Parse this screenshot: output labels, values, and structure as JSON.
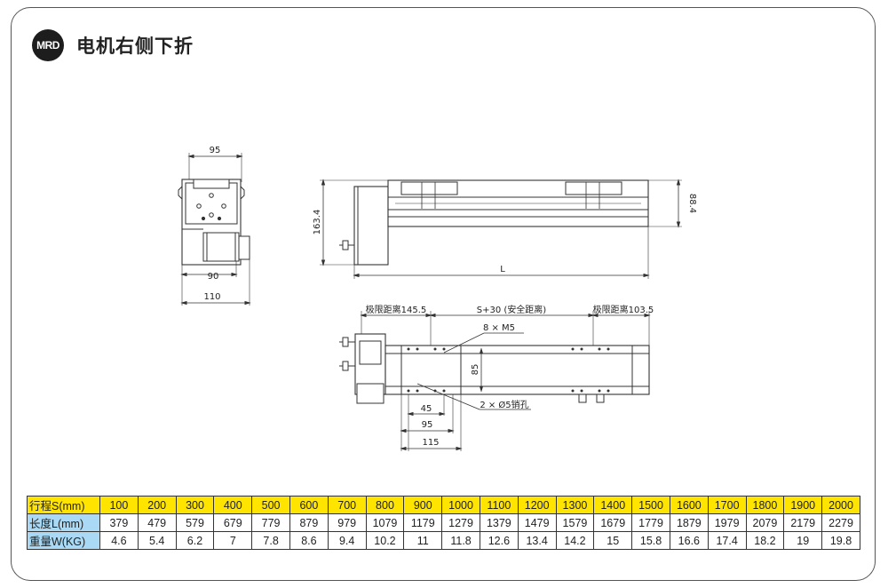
{
  "header": {
    "logo_text": "MRD",
    "title": "电机右侧下折"
  },
  "drawing": {
    "end_view": {
      "width_top": "95",
      "width_inner": "90",
      "width_bottom": "110"
    },
    "side_view": {
      "height_total": "163.4",
      "height_rail": "88.4",
      "length": "L"
    },
    "top_view": {
      "limit_left": "极限距离145.5",
      "stroke_safe": "S+30 (安全距离)",
      "limit_right": "极限距离103.5",
      "tapped_holes": "8 × M5",
      "dim_85": "85",
      "pin_holes": "2 × Ø5销孔",
      "dim_45": "45",
      "dim_95": "95",
      "dim_115": "115"
    }
  },
  "spec_table": {
    "rows": [
      {
        "label": "行程S(mm)",
        "values": [
          "100",
          "200",
          "300",
          "400",
          "500",
          "600",
          "700",
          "800",
          "900",
          "1000",
          "1100",
          "1200",
          "1300",
          "1400",
          "1500",
          "1600",
          "1700",
          "1800",
          "1900",
          "2000"
        ]
      },
      {
        "label": "长度L(mm)",
        "values": [
          "379",
          "479",
          "579",
          "679",
          "779",
          "879",
          "979",
          "1079",
          "1179",
          "1279",
          "1379",
          "1479",
          "1579",
          "1679",
          "1779",
          "1879",
          "1979",
          "2079",
          "2179",
          "2279"
        ]
      },
      {
        "label": "重量W(KG)",
        "values": [
          "4.6",
          "5.4",
          "6.2",
          "7",
          "7.8",
          "8.6",
          "9.4",
          "10.2",
          "11",
          "11.8",
          "12.6",
          "13.4",
          "14.2",
          "15",
          "15.8",
          "16.6",
          "17.4",
          "18.2",
          "19",
          "19.8"
        ]
      }
    ]
  },
  "colors": {
    "stroke_row_bg": "#ffe400",
    "label_bg": "#a9d9f4",
    "line": "#333333"
  }
}
